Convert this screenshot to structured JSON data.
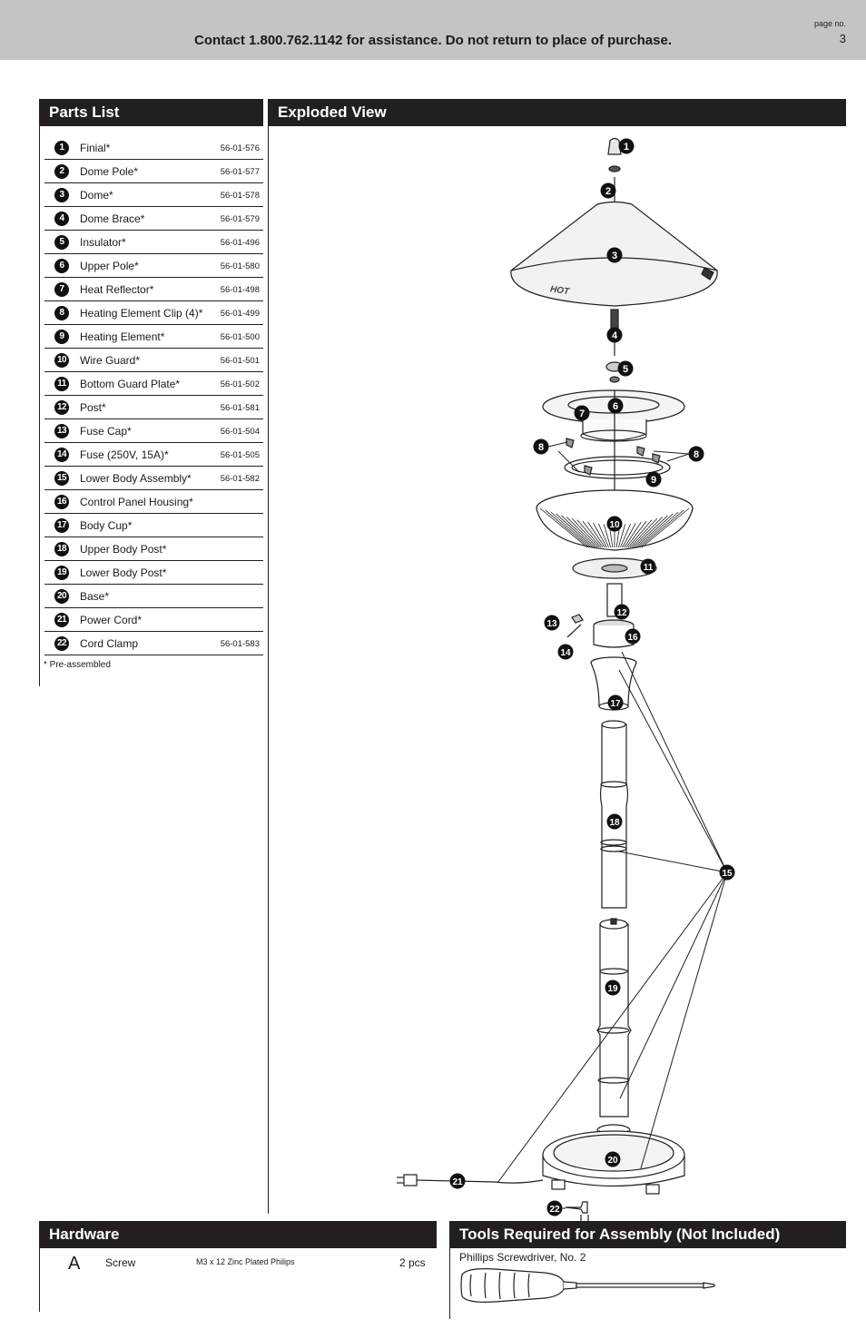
{
  "header": {
    "contact": "Contact 1.800.762.1142 for assistance. Do not return to place of purchase.",
    "page_label": "page no.",
    "page_number": "3"
  },
  "parts_list": {
    "title": "Parts List",
    "items": [
      {
        "num": "1",
        "name": "Finial*",
        "part_no": "56-01-576"
      },
      {
        "num": "2",
        "name": "Dome Pole*",
        "part_no": "56-01-577"
      },
      {
        "num": "3",
        "name": "Dome*",
        "part_no": "56-01-578"
      },
      {
        "num": "4",
        "name": "Dome Brace*",
        "part_no": "56-01-579"
      },
      {
        "num": "5",
        "name": "Insulator*",
        "part_no": "56-01-496"
      },
      {
        "num": "6",
        "name": "Upper Pole*",
        "part_no": "56-01-580"
      },
      {
        "num": "7",
        "name": "Heat Reflector*",
        "part_no": "56-01-498"
      },
      {
        "num": "8",
        "name": "Heating Element Clip (4)*",
        "part_no": "56-01-499"
      },
      {
        "num": "9",
        "name": "Heating Element*",
        "part_no": "56-01-500"
      },
      {
        "num": "10",
        "name": "Wire Guard*",
        "part_no": "56-01-501"
      },
      {
        "num": "11",
        "name": "Bottom Guard Plate*",
        "part_no": "56-01-502"
      },
      {
        "num": "12",
        "name": "Post*",
        "part_no": "56-01-581"
      },
      {
        "num": "13",
        "name": "Fuse Cap*",
        "part_no": "56-01-504"
      },
      {
        "num": "14",
        "name": "Fuse (250V, 15A)*",
        "part_no": "56-01-505"
      },
      {
        "num": "15",
        "name": "Lower Body Assembly*",
        "part_no": "56-01-582"
      },
      {
        "num": "16",
        "name": "Control Panel Housing*",
        "part_no": ""
      },
      {
        "num": "17",
        "name": "Body Cup*",
        "part_no": ""
      },
      {
        "num": "18",
        "name": "Upper Body Post*",
        "part_no": ""
      },
      {
        "num": "19",
        "name": "Lower Body Post*",
        "part_no": ""
      },
      {
        "num": "20",
        "name": "Base*",
        "part_no": ""
      },
      {
        "num": "21",
        "name": "Power Cord*",
        "part_no": ""
      },
      {
        "num": "22",
        "name": "Cord Clamp",
        "part_no": "56-01-583"
      }
    ],
    "footnote": "* Pre-assembled"
  },
  "exploded_view": {
    "title": "Exploded View",
    "dome_text": "HOT",
    "callouts": [
      "1",
      "2",
      "3",
      "4",
      "5",
      "6",
      "7",
      "8",
      "8",
      "9",
      "10",
      "11",
      "12",
      "13",
      "14",
      "15",
      "16",
      "17",
      "18",
      "19",
      "20",
      "21",
      "22"
    ]
  },
  "hardware": {
    "title": "Hardware",
    "items": [
      {
        "letter": "A",
        "name": "Screw",
        "spec": "M3 x 12 Zinc Plated Philips",
        "qty": "2 pcs"
      }
    ]
  },
  "tools": {
    "title": "Tools Required for Assembly (Not Included)",
    "items": [
      "Phillips Screwdriver, No. 2"
    ]
  }
}
